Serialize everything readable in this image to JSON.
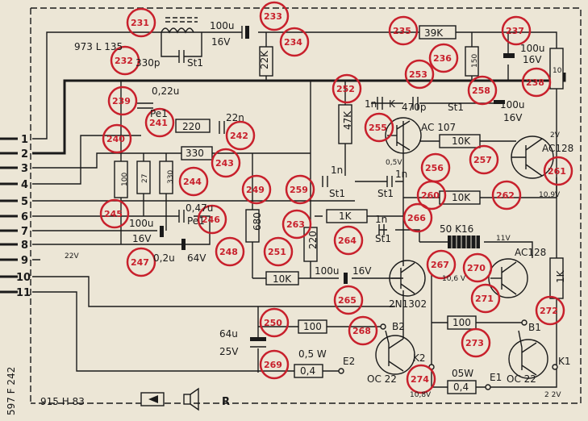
{
  "colors": {
    "paper": "#ece6d6",
    "ink": "#1a1a1a",
    "marker": "#c8202c"
  },
  "header": {
    "board_code": "973 L 135",
    "part_code": "915 H 83",
    "side_code": "597 F 242",
    "speaker_label": "R"
  },
  "pins": [
    "1",
    "2",
    "3",
    "4",
    "5",
    "6",
    "7",
    "8",
    "9",
    "10",
    "11"
  ],
  "markers": [
    "231",
    "232",
    "233",
    "234",
    "235",
    "236",
    "237",
    "238",
    "239",
    "240",
    "241",
    "242",
    "243",
    "244",
    "245",
    "246",
    "247",
    "248",
    "249",
    "250",
    "251",
    "252",
    "253",
    "255",
    "256",
    "257",
    "258",
    "259",
    "260",
    "261",
    "262",
    "263",
    "264",
    "265",
    "266",
    "267",
    "268",
    "269",
    "270",
    "271",
    "272",
    "273",
    "274"
  ],
  "components": {
    "c_330p": "330p",
    "st1": "St1",
    "c_100u_16v_top": [
      "100u",
      "16V"
    ],
    "r_22k": "22K",
    "r_39k": "39K",
    "r_150": "150",
    "c_100u_16v_right": [
      "100u",
      "16V"
    ],
    "r_10_right": "10",
    "c_470p": "470p",
    "c_100u_16v_mid": [
      "100u",
      "16V"
    ],
    "c_022u": "0,22u",
    "pe1": "Pe1",
    "r_220": "220",
    "c_22n": "22n",
    "r_47k": "47K",
    "c_1n_k": [
      "1n",
      "K"
    ],
    "t_ac107": "AC 107",
    "v_05v": "0,5V",
    "v_2v": "2V",
    "r_330": "330",
    "r_100": "100",
    "r_27": "27",
    "r_330_v": "330",
    "r_10k_a": "10K",
    "t_ac128_top": "AC128",
    "v_109v": "10,9V",
    "c_1n_a": "1n",
    "st1_a": "St1",
    "st1_b": "St1",
    "c_1n_b": "1n",
    "r_680": "680",
    "r_10k_b": "10K",
    "r_1k": "1K",
    "r_220_v": "220",
    "c_047u": "0,47u",
    "pe1_b": "Pe1",
    "c_100u_16v_left": [
      "100u",
      "16V"
    ],
    "c_02u": "0,2u",
    "c_64v": "64V",
    "c_1n_c": "1n",
    "st1_c": "St1",
    "l_50k16": "50 K16",
    "v_11v": "11V",
    "t_ac128_mid": "AC128",
    "r_1k_v": "1K",
    "v_22v_left": "22V",
    "r_10k_c": "10K",
    "c_100u_16v_low": [
      "100u",
      "16V"
    ],
    "v_106v": "10,6 V",
    "t_2n1302": "2N1302",
    "c_64u_25v": [
      "64u",
      "25V"
    ],
    "r_100_a": "100",
    "b2": "B2",
    "r_100_b": "100",
    "b1": "B1",
    "r_05w_a": [
      "0,5 W",
      "0,4"
    ],
    "e2": "E2",
    "k2": "K2",
    "t_oc22_a": "OC 22",
    "r_05w_b": [
      "05W",
      "0,4"
    ],
    "e1": "E1",
    "k1": "K1",
    "t_oc22_b": "OC 22",
    "v_108v": "10,8V",
    "v_22v_right": "2 2V"
  }
}
